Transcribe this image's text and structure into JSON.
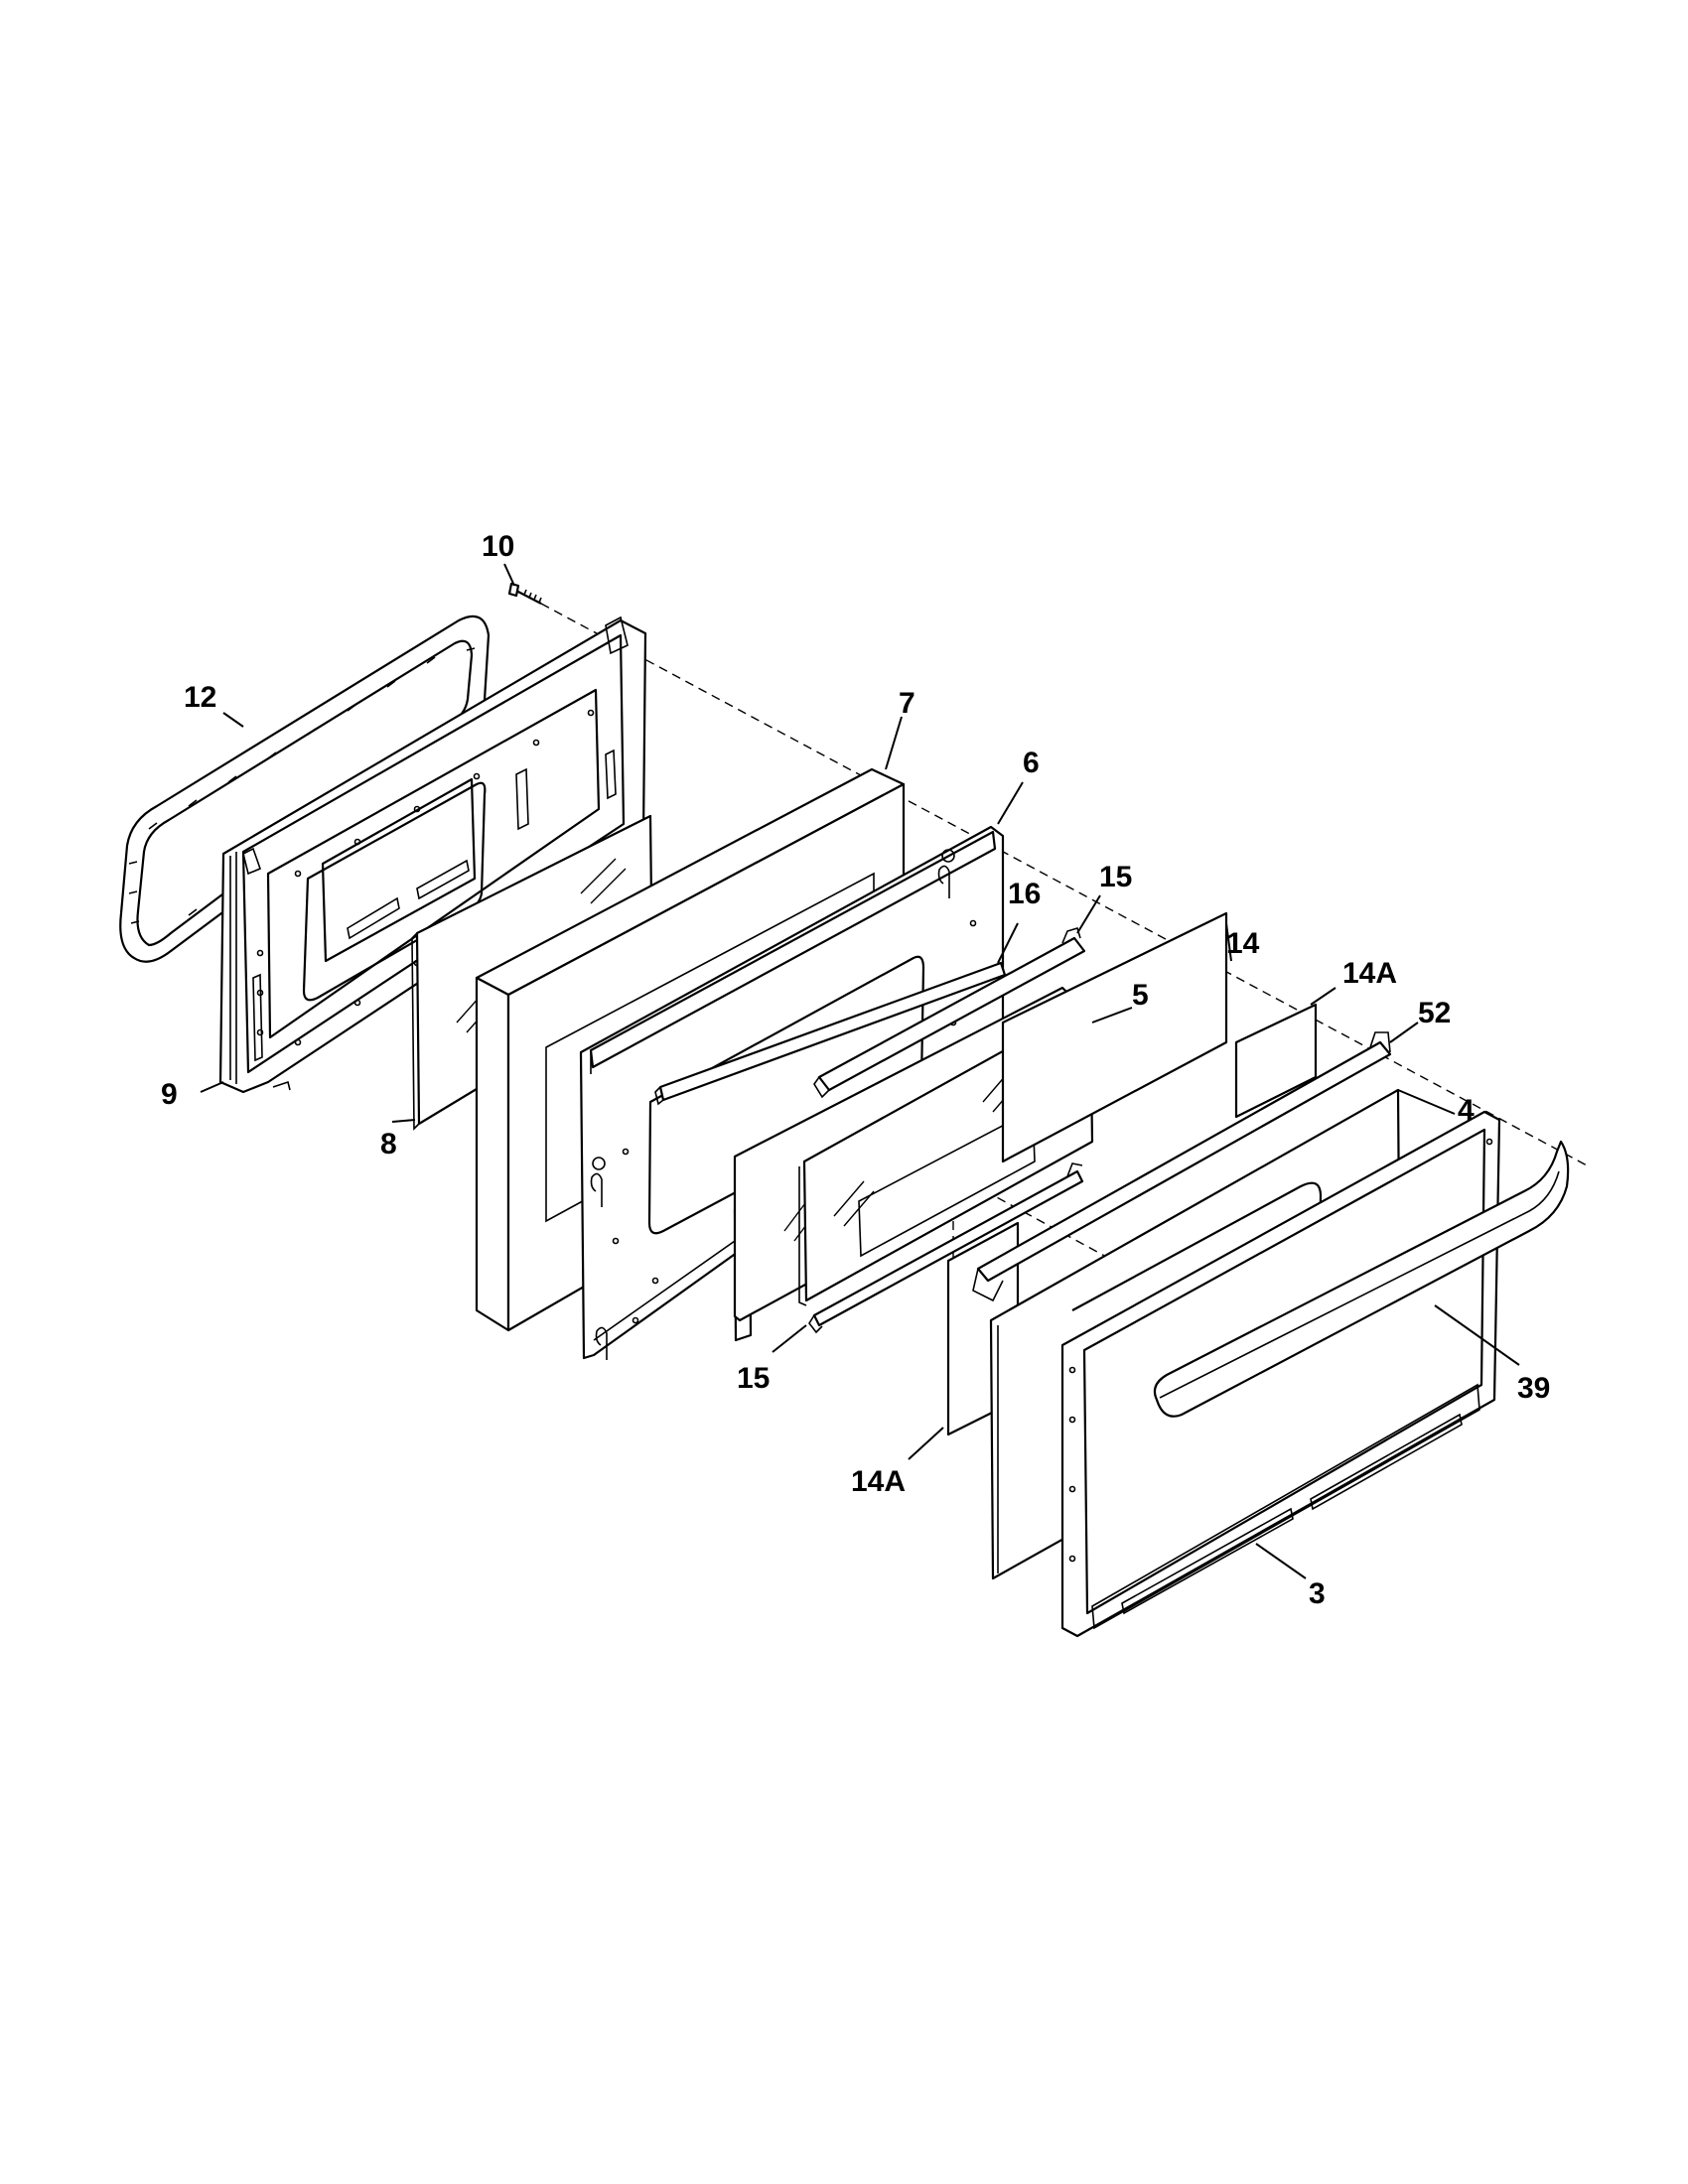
{
  "callouts": {
    "c10": "10",
    "c12": "12",
    "c7": "7",
    "c6": "6",
    "c15_top": "15",
    "c16": "16",
    "c14": "14",
    "c5": "5",
    "c14a_top": "14A",
    "c52": "52",
    "c4": "4",
    "c9": "9",
    "c8": "8",
    "c39": "39",
    "c15_bottom": "15",
    "c14a_bottom": "14A",
    "c3": "3"
  },
  "colors": {
    "line": "#000000",
    "background": "#ffffff"
  }
}
